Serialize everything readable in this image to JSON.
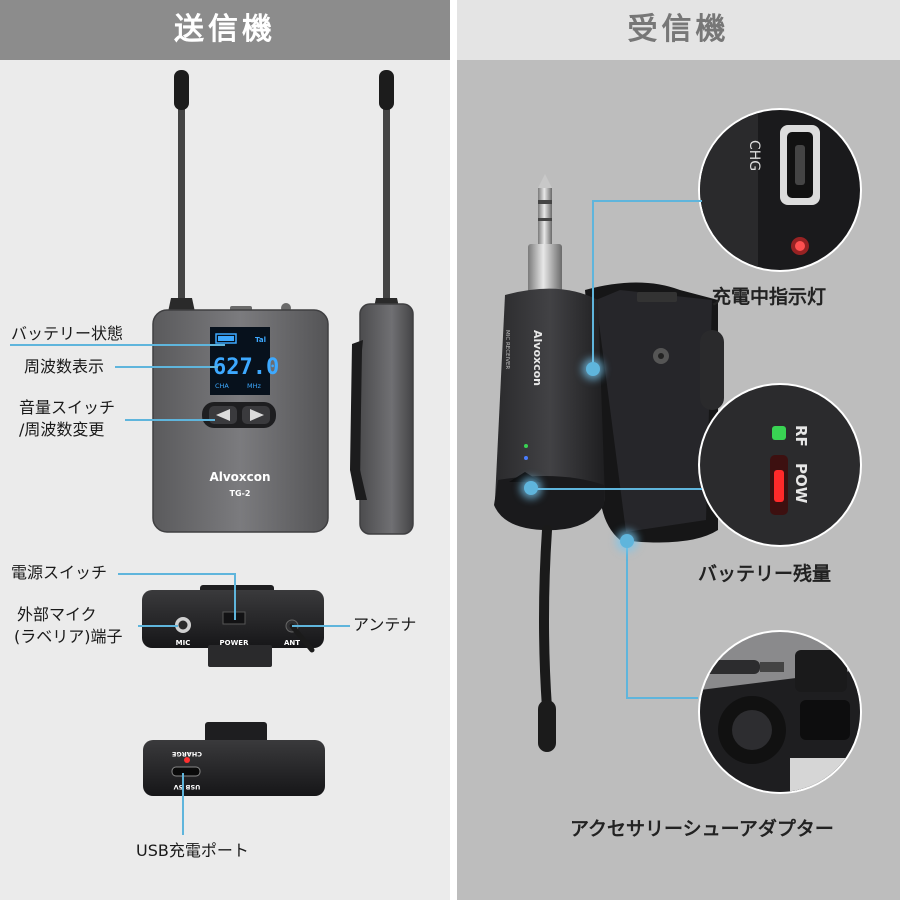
{
  "headers": {
    "transmitter": "送信機",
    "receiver": "受信機"
  },
  "brand": {
    "name": "Alvoxcon",
    "model": "TG-2"
  },
  "lcd": {
    "battery_level": "███",
    "signal": "Tal",
    "frequency": "627.0",
    "channel": "CHA",
    "unit": "MHz"
  },
  "ports": {
    "mic": "MIC",
    "power": "POWER",
    "ant": "ANT",
    "charge": "CHARGE",
    "usb": "USB 5V"
  },
  "receiver": {
    "brand": "Alvoxcon",
    "model_line": "MIC RECEIVER",
    "rf": "RF",
    "pow": "POW",
    "chg": "CHG"
  },
  "labels": {
    "battery_status": "バッテリー状態",
    "frequency_display": "周波数表示",
    "volume_switch_1": "音量スイッチ",
    "volume_switch_2": "/周波数変更",
    "power_switch": "電源スイッチ",
    "ext_mic_1": "外部マイク",
    "ext_mic_2": "(ラベリア)端子",
    "antenna": "アンテナ",
    "usb_charging_port": "USB充電ポート",
    "charge_indicator": "充電中指示灯",
    "battery_level": "バッテリー残量",
    "shoe_adapter": "アクセサリーシューアダプター"
  },
  "colors": {
    "accent": "#5fb5dc",
    "lcd": "#3da9ff",
    "led_red": "#ff2a2a",
    "led_green": "#39d353"
  }
}
